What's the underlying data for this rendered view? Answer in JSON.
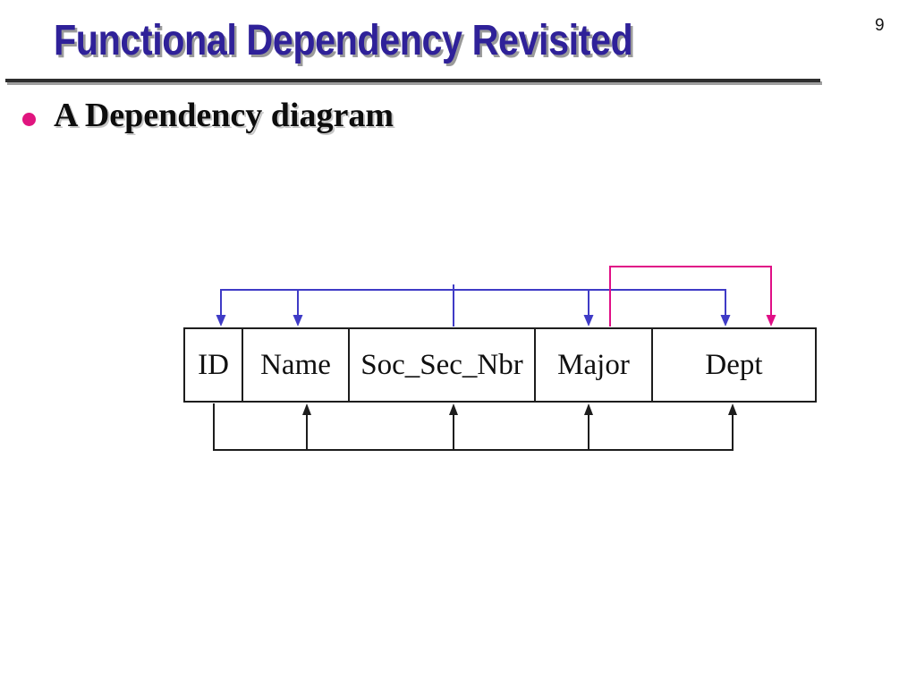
{
  "slide": {
    "page_number": "9",
    "title": "Functional Dependency Revisited",
    "bullet_text": "A Dependency diagram"
  },
  "colors": {
    "title-text": "#2F2199",
    "title-shadow": "#9a9a9a",
    "accent-blue": "#3F3BC6",
    "accent-pink": "#E00F86",
    "line-black": "#1d1d1d",
    "rule-dark": "#2e2e2e",
    "rule-shadow": "#9e9e9e",
    "bullet-dot": "#E0157F",
    "body-text": "#0d0d0d"
  },
  "diagram": {
    "table_fields": [
      "ID",
      "Name",
      "Soc_Sec_Nbr",
      "Major",
      "Dept"
    ],
    "dependencies": [
      {
        "determinant": "Soc_Sec_Nbr",
        "dependents": [
          "ID",
          "Name",
          "Major",
          "Dept"
        ],
        "color_key": "accent-blue",
        "position": "above-table"
      },
      {
        "determinant": "Major",
        "dependents": [
          "Dept"
        ],
        "color_key": "accent-pink",
        "position": "above-table"
      },
      {
        "determinant": "ID",
        "dependents": [
          "Name",
          "Soc_Sec_Nbr",
          "Major",
          "Dept"
        ],
        "color_key": "line-black",
        "position": "below-table"
      }
    ]
  }
}
